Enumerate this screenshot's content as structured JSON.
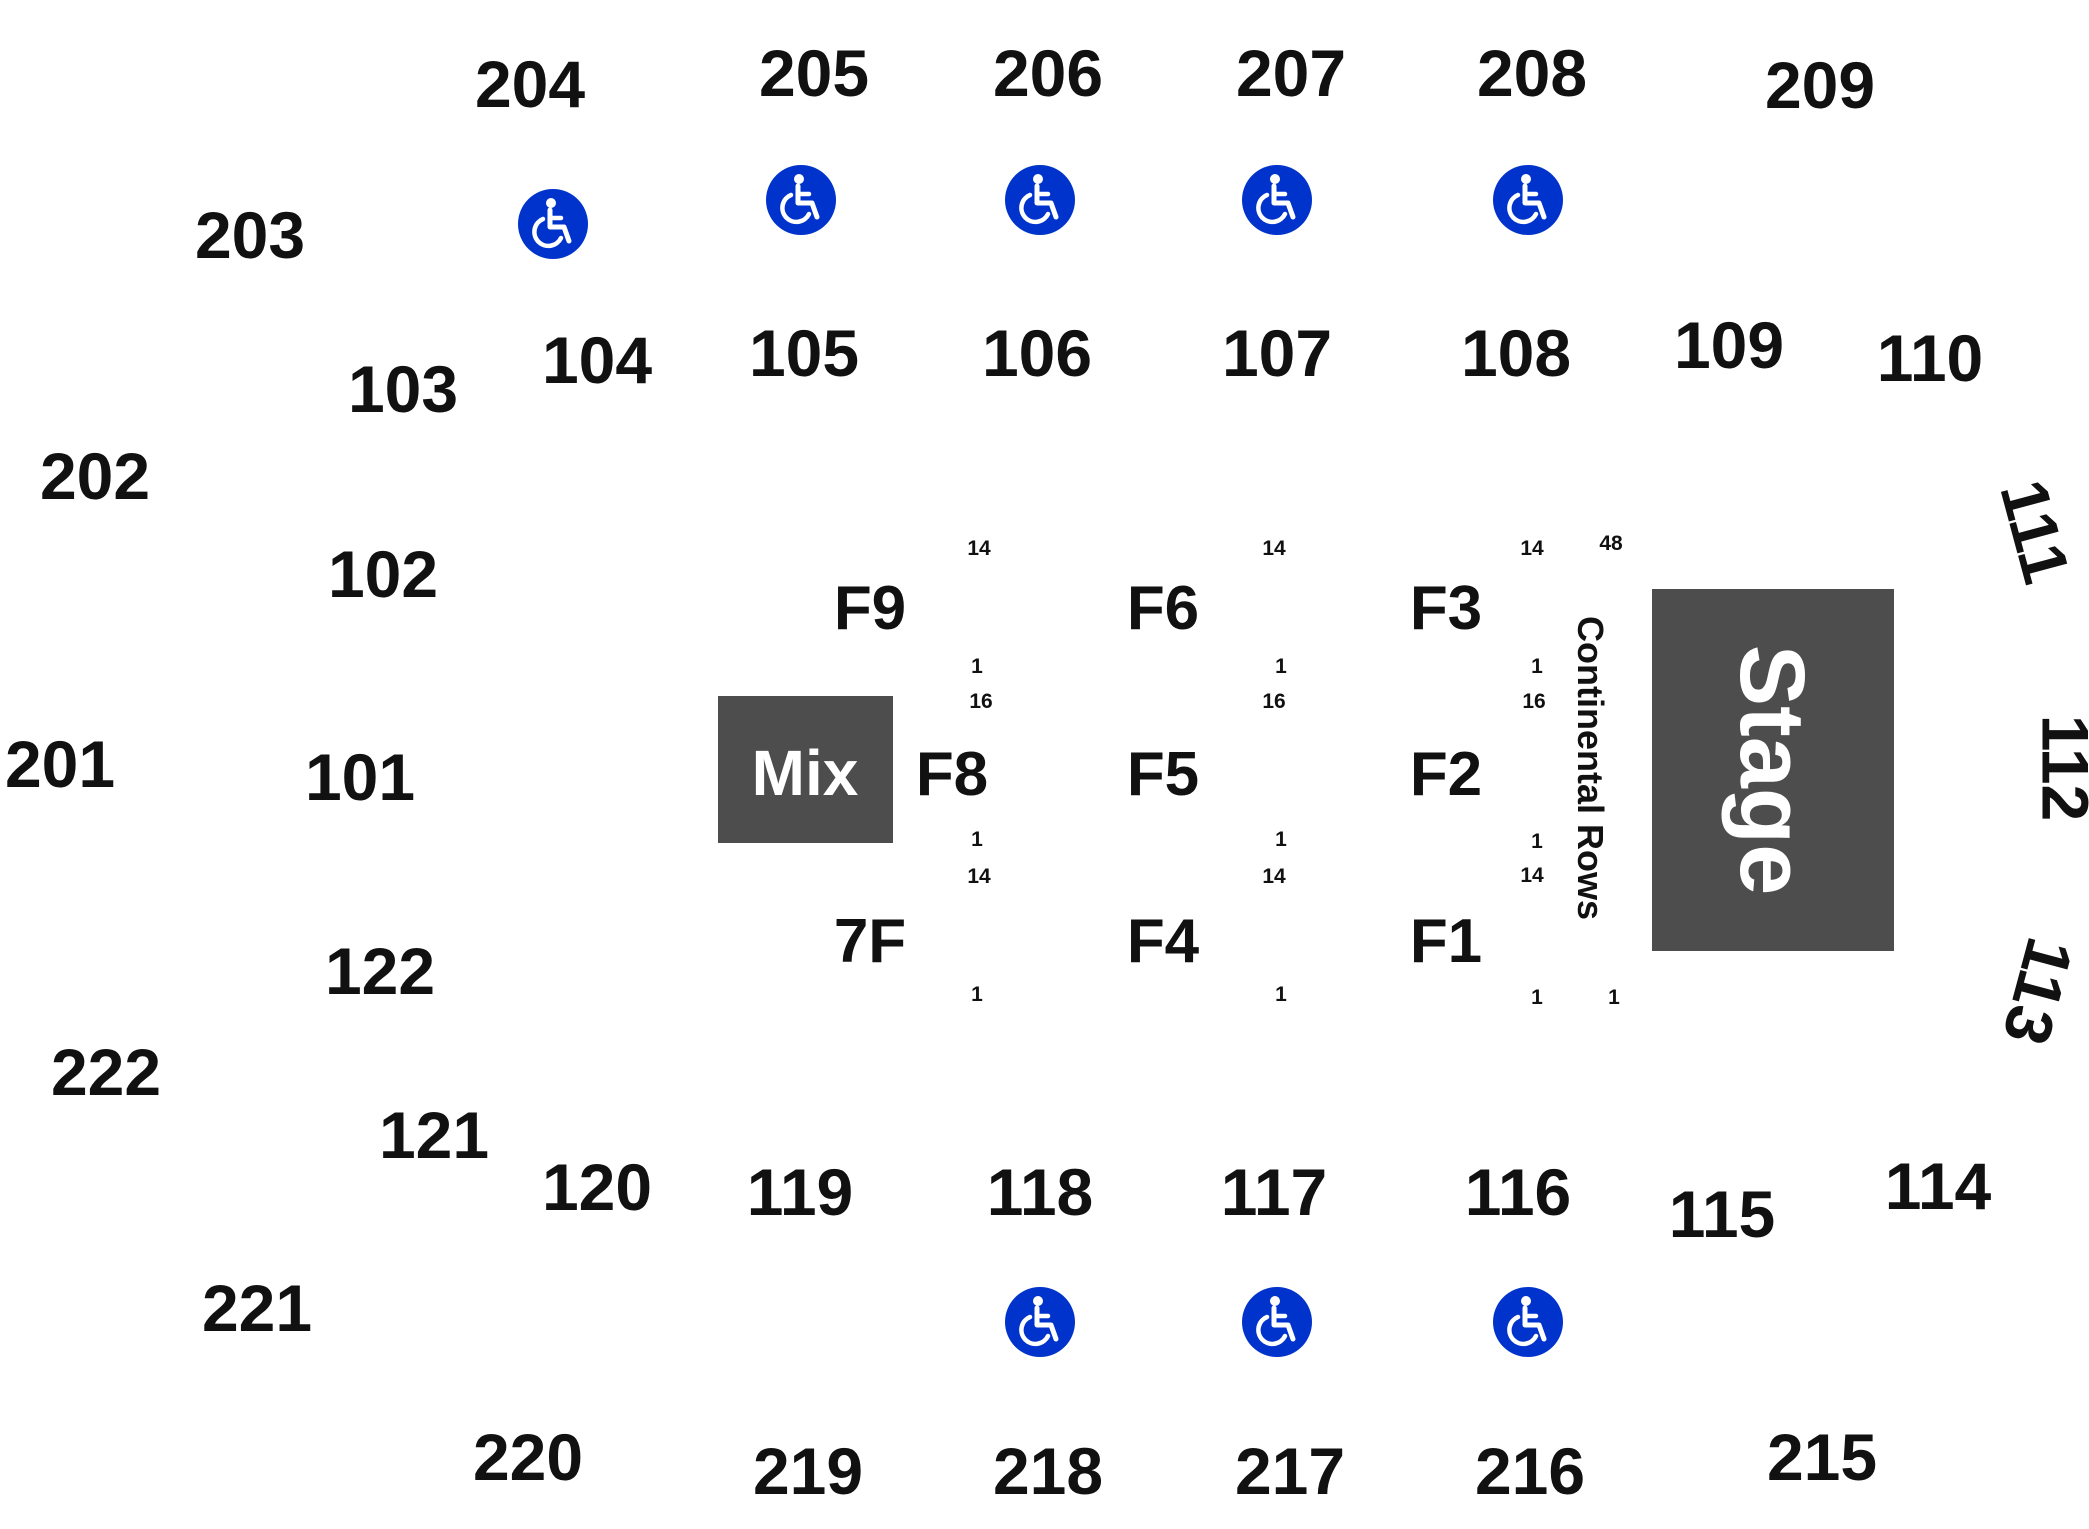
{
  "colors": {
    "block": "#4d4d4d",
    "accessible": "#0033cc",
    "label": "#111111",
    "background": "#ffffff"
  },
  "upper_sections": [
    "201",
    "202",
    "203",
    "204",
    "205",
    "206",
    "207",
    "208",
    "209",
    "215",
    "216",
    "217",
    "218",
    "219",
    "220",
    "221",
    "222"
  ],
  "lower_sections": [
    "101",
    "102",
    "103",
    "104",
    "105",
    "106",
    "107",
    "108",
    "109",
    "110",
    "111",
    "112",
    "113",
    "114",
    "115",
    "116",
    "117",
    "118",
    "119",
    "120",
    "121",
    "122"
  ],
  "floor_sections": [
    "F1",
    "F2",
    "F3",
    "F4",
    "F5",
    "F6",
    "7F",
    "F8",
    "F9"
  ],
  "mix_label": "Mix",
  "stage_label": "Stage",
  "continental_label": "Continental Rows",
  "row_labels": {
    "f3": {
      "top": "14",
      "bottom": "1"
    },
    "f2": {
      "top": "16",
      "bottom": "1"
    },
    "f1": {
      "top": "14",
      "bottom": "1"
    },
    "continental": {
      "top": "48",
      "bottom": "1"
    }
  },
  "accessible_icon": "wheelchair-icon",
  "accessible_count": 8
}
